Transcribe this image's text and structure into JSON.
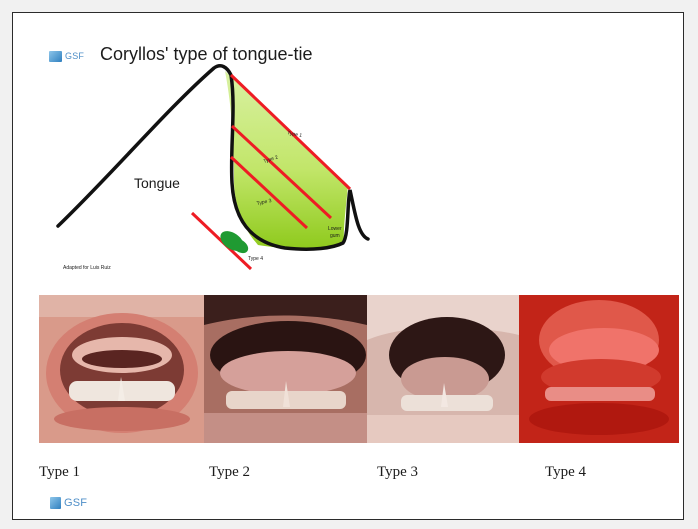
{
  "header": {
    "logo_text": "GSF",
    "title": "Coryllos' type of tongue-tie"
  },
  "diagram": {
    "tongue_label": "Tongue",
    "type_labels": [
      "Type 1",
      "Type 2",
      "Type 3",
      "Type 4"
    ],
    "lingual_gum_label": [
      "Lower",
      "gum"
    ],
    "credit": "Adapted for Luis Ruiz"
  },
  "photos": {
    "captions": [
      "Type 1",
      "Type 2",
      "Type 3",
      "Type 4"
    ]
  },
  "footer": {
    "logo_text": "GSF"
  },
  "colors": {
    "frenulum_fill": "#c5e96b",
    "frenulum_fill_dark": "#8fca1d",
    "type_line": "#ee1c24",
    "tongue_outline": "#111111",
    "attachment_blob": "#1f9a32"
  }
}
